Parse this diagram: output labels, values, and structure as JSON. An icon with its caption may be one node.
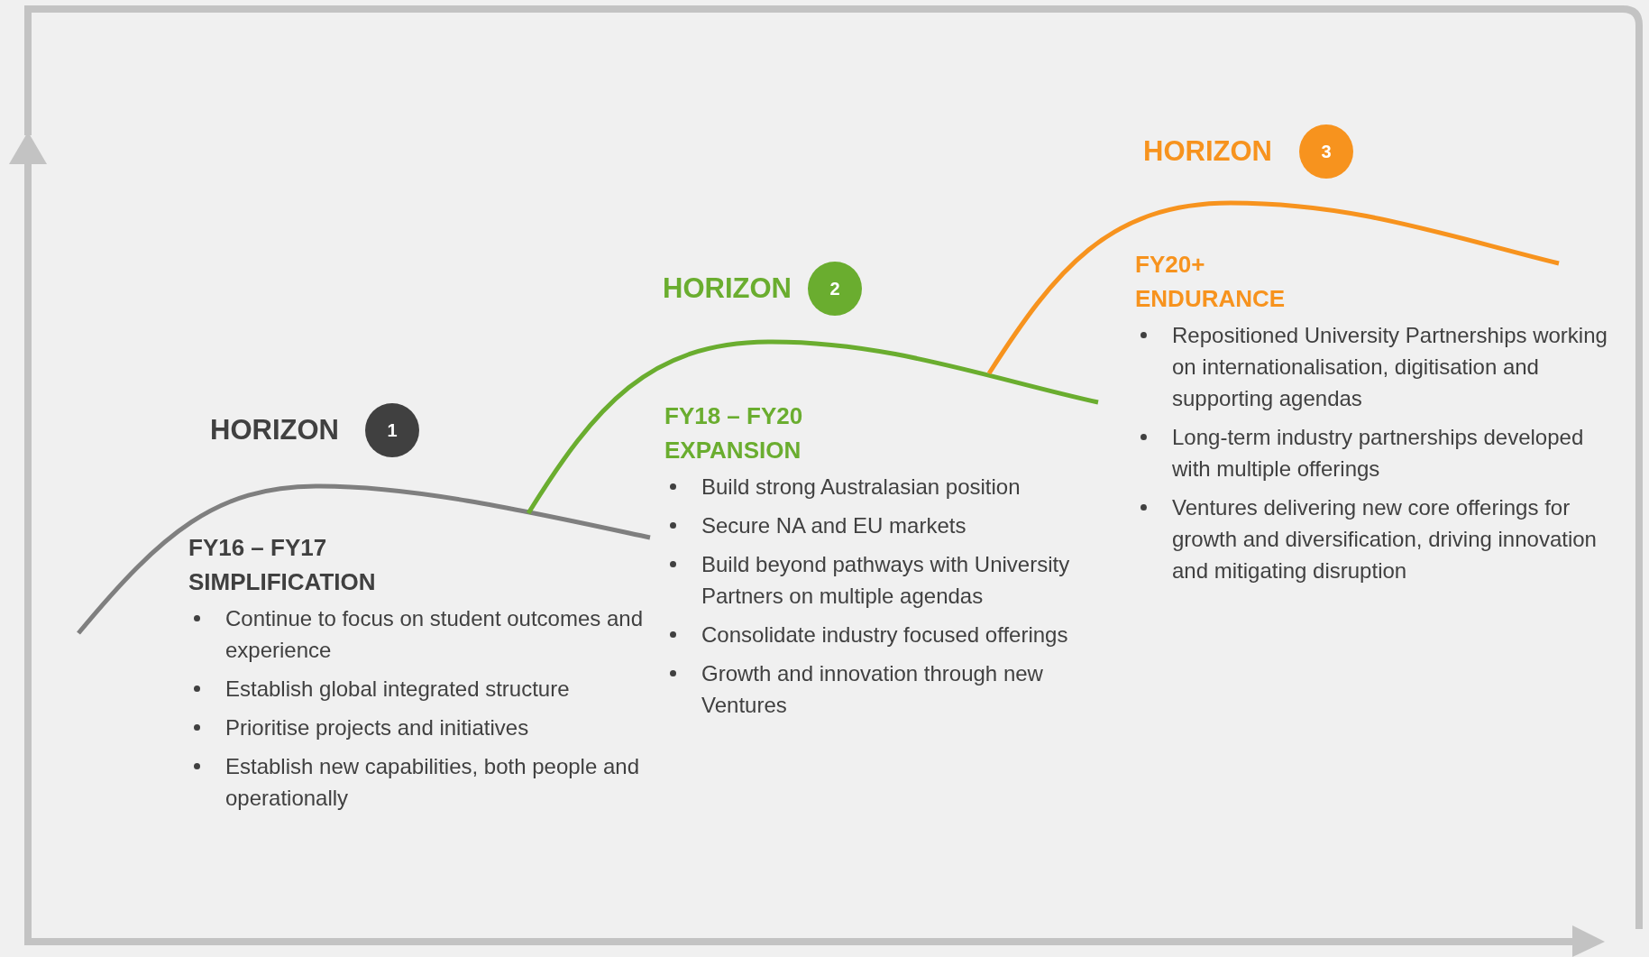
{
  "diagram": {
    "nodes": [
      {
        "text": [
          "1"
        ],
        "beside": [
          "HORIZON"
        ]
      },
      {
        "text": [
          "2"
        ],
        "beside": [
          "HORIZON"
        ]
      },
      {
        "text": [
          "3"
        ],
        "beside": [
          "HORIZON"
        ]
      }
    ],
    "labels": [
      "FY16 – FY17",
      "SIMPLIFICATION",
      "Continue to focus on student outcomes and experience",
      "Establish global integrated structure",
      "Prioritise projects and initiatives",
      "Establish new capabilities, both people and operationally",
      "FY18 – FY20",
      "EXPANSION",
      "Build strong Australasian position",
      "Secure NA and EU markets",
      "Build beyond pathways with University Partners on multiple agendas",
      "Consolidate industry focused offerings",
      "Growth and innovation through new Ventures",
      "FY20+",
      "ENDURANCE",
      "Repositioned University Partnerships working on internationalisation, digitisation and supporting agendas",
      "Long-term industry partnerships developed with multiple offerings",
      "Ventures delivering new core offerings for growth and diversification, driving innovation and mitigating disruption"
    ]
  }
}
